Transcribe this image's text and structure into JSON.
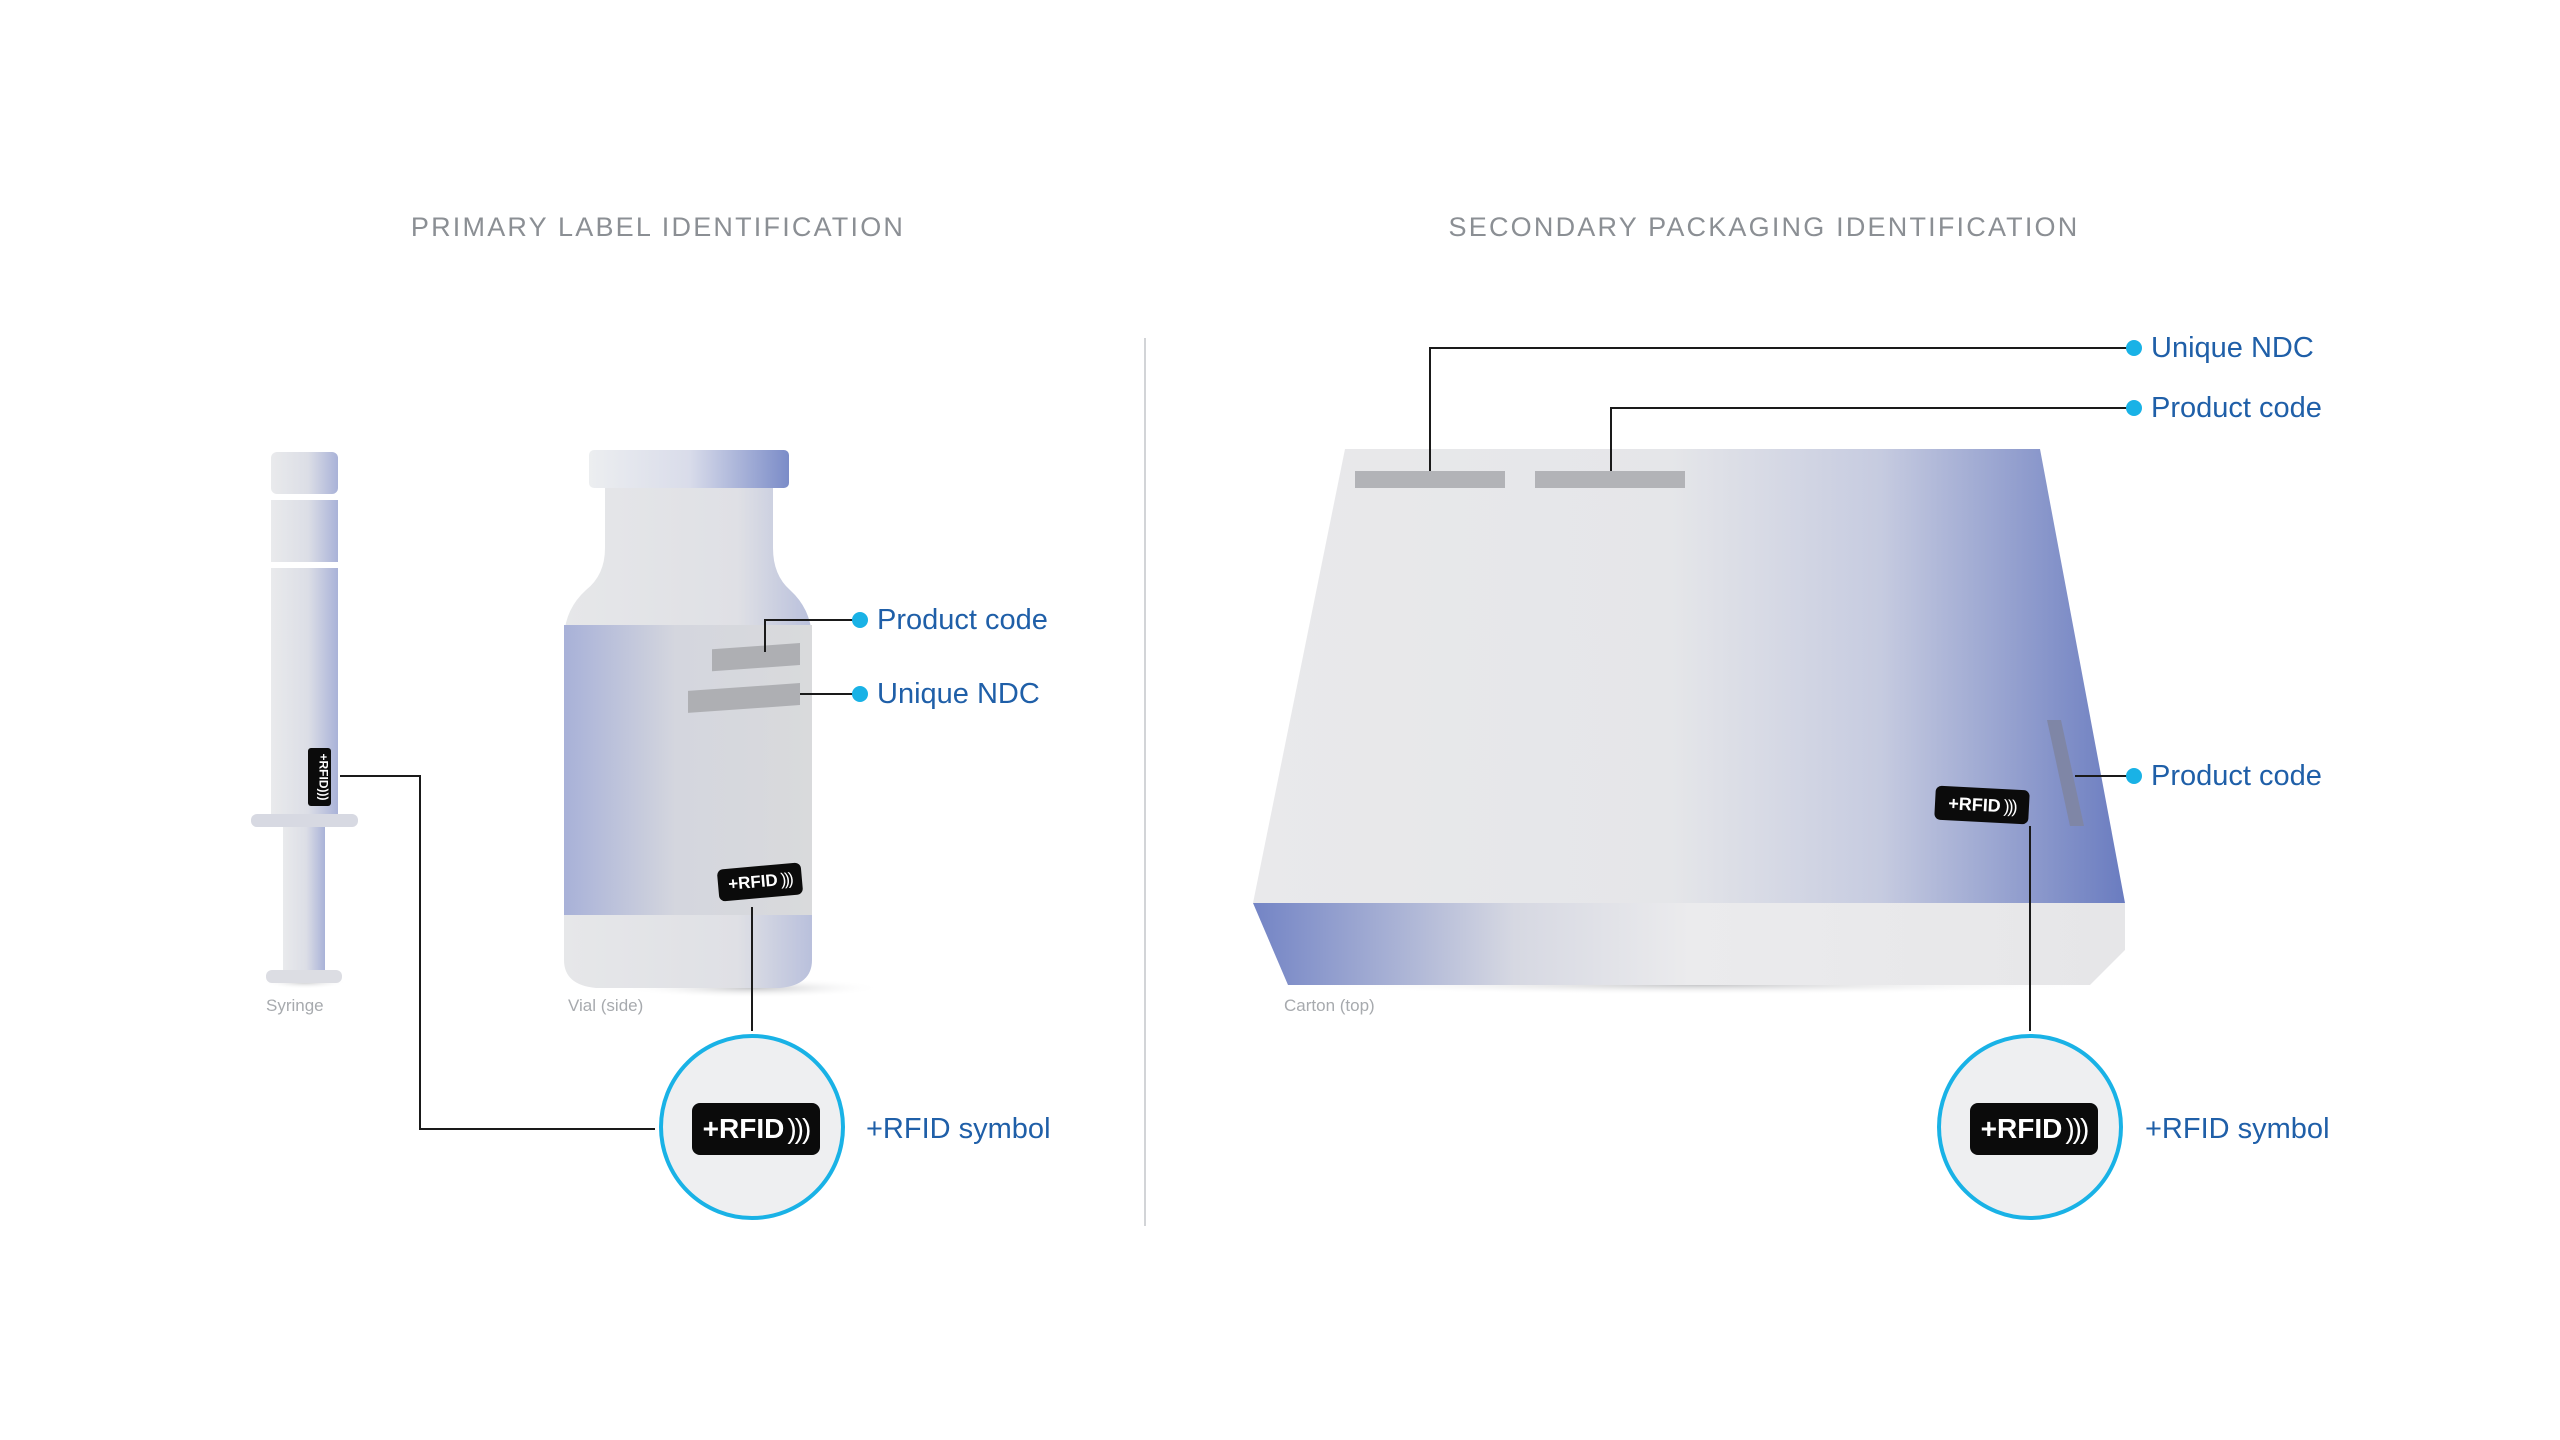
{
  "sections": {
    "primary": {
      "title": "PRIMARY LABEL IDENTIFICATION"
    },
    "secondary": {
      "title": "SECONDARY PACKAGING IDENTIFICATION"
    }
  },
  "primary": {
    "callouts": {
      "product_code": "Product code",
      "unique_ndc": "Unique NDC",
      "rfid_symbol": "+RFID symbol"
    },
    "captions": {
      "syringe": "Syringe",
      "vial": "Vial (side)"
    }
  },
  "secondary": {
    "callouts": {
      "unique_ndc": "Unique NDC",
      "product_code_top": "Product code",
      "product_code_side": "Product code",
      "rfid_symbol": "+RFID symbol"
    },
    "captions": {
      "carton": "Carton (top)"
    }
  },
  "badge": {
    "text": "+RFID",
    "waves": ")))"
  },
  "colors": {
    "accent_blue": "#19b2e6",
    "label_text": "#1f5fa8",
    "leader_line": "#1a1a1a",
    "product_purple": "#6b7fc0",
    "badge_black": "#0b0b0b"
  },
  "icons": {
    "rfid": "rfid-badge-icon",
    "dot": "callout-dot-icon"
  }
}
